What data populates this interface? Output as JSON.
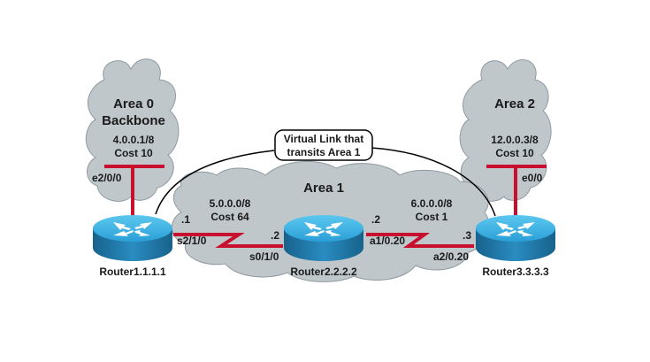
{
  "areas": {
    "area0": {
      "title_line1": "Area 0",
      "title_line2": "Backbone",
      "network": "4.0.0.1/8",
      "cost": "Cost 10",
      "interface": "e2/0/0"
    },
    "area2": {
      "title": "Area 2",
      "network": "12.0.0.3/8",
      "cost": "Cost 10",
      "interface": "e0/0"
    },
    "area1": {
      "title": "Area 1"
    }
  },
  "virtual_link": {
    "line1": "Virtual Link that",
    "line2": "transits Area 1"
  },
  "links": {
    "r1_r2": {
      "network": "5.0.0.0/8",
      "cost": "Cost 64",
      "r1_addr": ".1",
      "r1_iface": "s2/1/0",
      "r2_addr": ".2",
      "r2_iface": "s0/1/0"
    },
    "r2_r3": {
      "network": "6.0.0.0/8",
      "cost": "Cost 1",
      "r2_addr": ".2",
      "r2_iface": "a1/0.20",
      "r3_addr": ".3",
      "r3_iface": "a2/0.20"
    }
  },
  "routers": [
    {
      "name": "Router1.1.1.1"
    },
    {
      "name": "Router2.2.2.2"
    },
    {
      "name": "Router3.3.3.3"
    }
  ],
  "colors": {
    "link": "#c8102e",
    "router_top": "#3ab0e0",
    "router_side": "#1f7fb0",
    "cloud": "#bfc7cb"
  }
}
